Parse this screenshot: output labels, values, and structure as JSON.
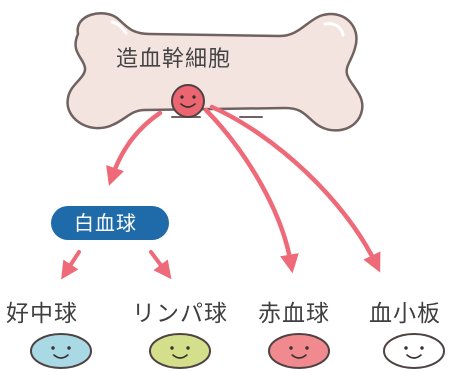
{
  "diagram": {
    "title": "造血幹細胞",
    "white_blood_cells_label": "白血球",
    "nodes": [
      {
        "id": "neutrophil",
        "label": "好中球",
        "color": "#a8d9e4"
      },
      {
        "id": "lymphocyte",
        "label": "リンパ球",
        "color": "#d3df8a"
      },
      {
        "id": "red_blood_cell",
        "label": "赤血球",
        "color": "#f08a8f"
      },
      {
        "id": "platelet",
        "label": "血小板",
        "color": "#ffffff"
      }
    ],
    "colors": {
      "bone_fill": "#f4e4e0",
      "bone_stroke": "#6f6260",
      "arrow": "#ee6a78",
      "pill": "#1f6aa8",
      "stem_cell": "#ec6671"
    }
  }
}
